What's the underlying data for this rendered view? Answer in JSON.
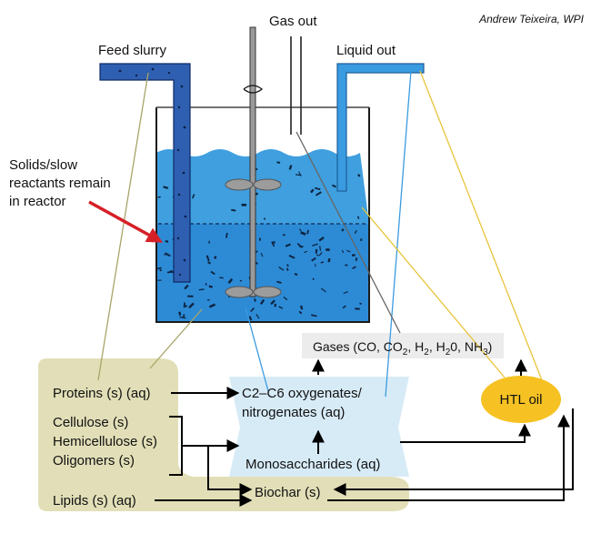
{
  "credit": "Andrew Teixeira, WPI",
  "reactor": {
    "feed_label": "Feed slurry",
    "gas_out_label": "Gas out",
    "liquid_out_label": "Liquid out",
    "solids_note": [
      "Solids/slow",
      "reactants remain",
      "in reactor"
    ]
  },
  "species": {
    "proteins": "Proteins (s) (aq)",
    "cellulose": "Cellulose (s)",
    "hemicellulose": "Hemicellulose (s)",
    "oligomers": "Oligomers (s)",
    "lipids": "Lipids (s) (aq)",
    "oxygenates_line1": "C2–C6 oxygenates/",
    "oxygenates_line2": "nitrogenates (aq)",
    "monosaccharides": "Monosaccharides (aq)",
    "biochar": "Biochar (s)",
    "htl_oil": "HTL oil",
    "gases": {
      "p1": "Gases (CO, CO",
      "s1": "2",
      "p2": ", H",
      "s2": "2",
      "p3": ", H",
      "s3": "2",
      "p4": "0, NH",
      "s4": "3",
      "p5": ")"
    }
  },
  "colors": {
    "feed_pipe": "#2f5fb0",
    "liquid_pipe": "#3a9be0",
    "liquid": "#3f9fdf",
    "solids_region": "#2d8bd6",
    "feed_blob": "#e2dfb8",
    "oil": "#f6c223",
    "gases_box": "#ececec",
    "aqueous_box": "#d7ebf7",
    "arrow": "#000000",
    "red_arrow": "#d62027",
    "olive_line": "#a8a56a",
    "blue_line": "#3a9be0",
    "yellow_line": "#e8c43a",
    "gray_line": "#666666"
  }
}
